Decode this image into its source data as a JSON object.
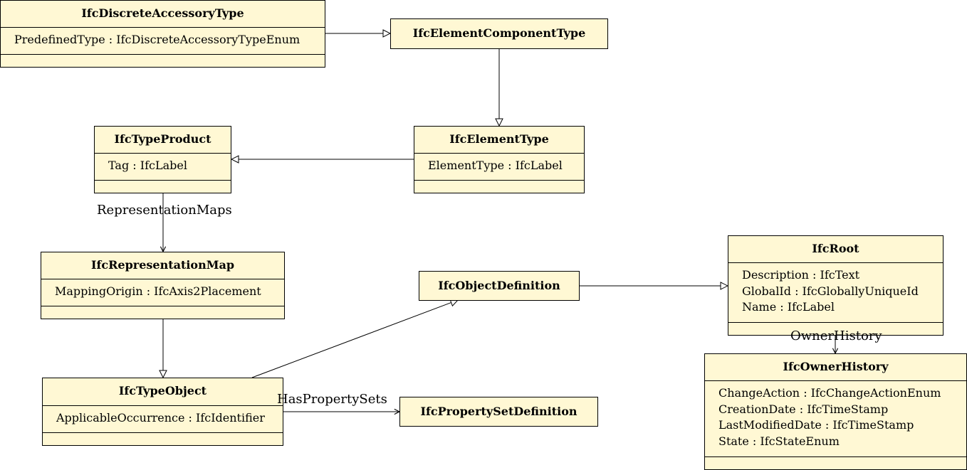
{
  "classes": {
    "discrete_accessory_type": {
      "name": "IfcDiscreteAccessoryType",
      "attributes": [
        "PredefinedType : IfcDiscreteAccessoryTypeEnum"
      ]
    },
    "element_component_type": {
      "name": "IfcElementComponentType"
    },
    "type_product": {
      "name": "IfcTypeProduct",
      "attributes": [
        "Tag : IfcLabel"
      ]
    },
    "element_type": {
      "name": "IfcElementType",
      "attributes": [
        "ElementType : IfcLabel"
      ]
    },
    "representation_map": {
      "name": "IfcRepresentationMap",
      "attributes": [
        "MappingOrigin : IfcAxis2Placement"
      ]
    },
    "object_definition": {
      "name": "IfcObjectDefinition"
    },
    "root": {
      "name": "IfcRoot",
      "attributes": [
        "Description : IfcText",
        "GlobalId : IfcGloballyUniqueId",
        "Name : IfcLabel"
      ]
    },
    "type_object": {
      "name": "IfcTypeObject",
      "attributes": [
        "ApplicableOccurrence : IfcIdentifier"
      ]
    },
    "property_set_definition": {
      "name": "IfcPropertySetDefinition"
    },
    "owner_history": {
      "name": "IfcOwnerHistory",
      "attributes": [
        "ChangeAction : IfcChangeActionEnum",
        "CreationDate : IfcTimeStamp",
        "LastModifiedDate : IfcTimeStamp",
        "State : IfcStateEnum"
      ]
    }
  },
  "associations": {
    "representation_maps": "RepresentationMaps",
    "has_property_sets": "HasPropertySets",
    "owner_history": "OwnerHistory"
  },
  "colors": {
    "class_fill": "#fff8d4",
    "line": "#000000"
  }
}
